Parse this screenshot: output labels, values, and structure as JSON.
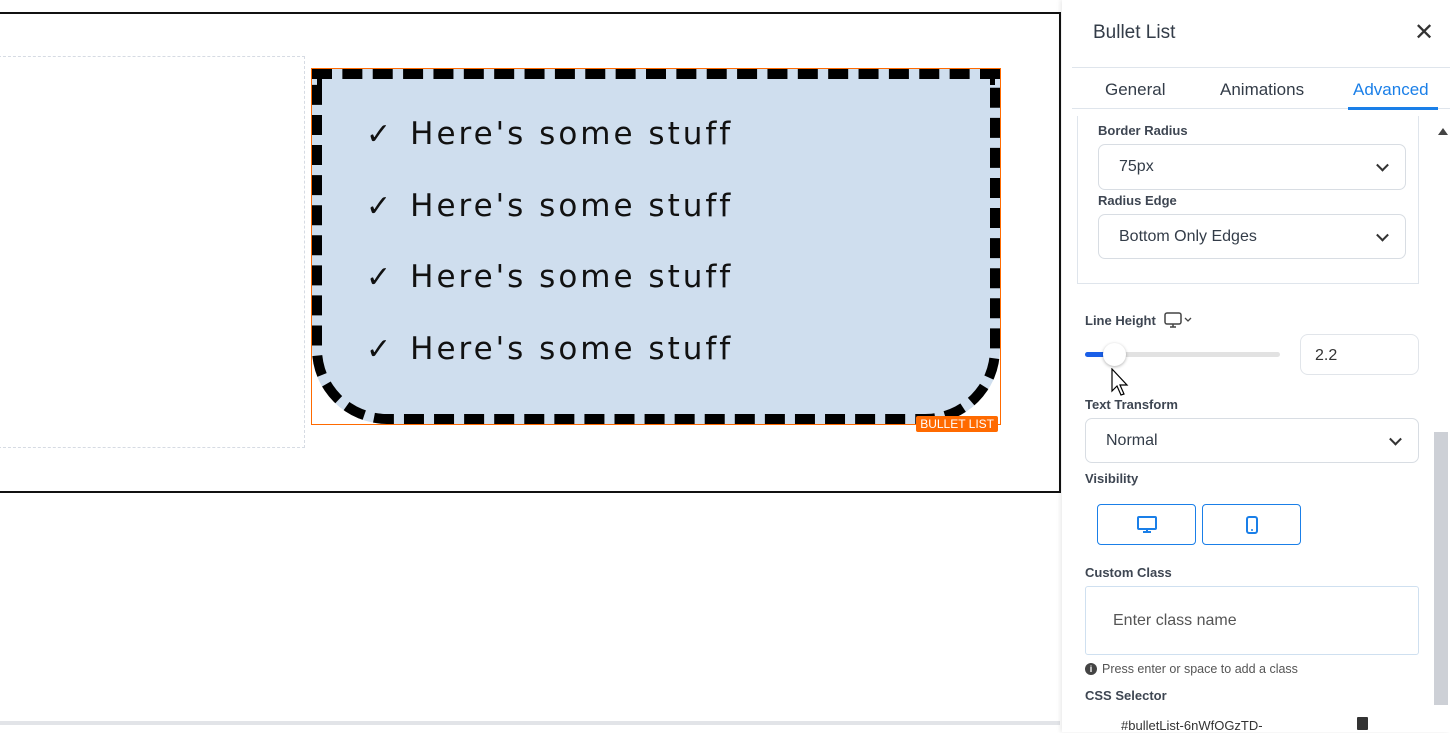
{
  "canvas": {
    "items": [
      {
        "check": "✓",
        "text": "Here's some stuff"
      },
      {
        "check": "✓",
        "text": "Here's some stuff"
      },
      {
        "check": "✓",
        "text": "Here's some stuff"
      },
      {
        "check": "✓",
        "text": "Here's some stuff"
      }
    ],
    "widget_label": "BULLET LIST"
  },
  "panel": {
    "title": "Bullet List",
    "close": "✕",
    "tabs": [
      "General",
      "Animations",
      "Advanced"
    ],
    "active_tab": "Advanced",
    "border_radius": {
      "label": "Border Radius",
      "value": "75px"
    },
    "radius_edge": {
      "label": "Radius Edge",
      "value": "Bottom Only Edges"
    },
    "line_height": {
      "label": "Line Height",
      "value": "2.2",
      "slider_percent": 15
    },
    "text_transform": {
      "label": "Text Transform",
      "value": "Normal"
    },
    "visibility": {
      "label": "Visibility"
    },
    "custom_class": {
      "label": "Custom Class",
      "placeholder": "Enter class name",
      "hint": "Press enter or space to add a class"
    },
    "css_selector": {
      "label": "CSS Selector",
      "value": "#bulletList-6nWfOGzTD-"
    }
  },
  "colors": {
    "accent": "#1a7fe8",
    "widget": "#ff6a00",
    "list_bg": "#cfdeee"
  }
}
